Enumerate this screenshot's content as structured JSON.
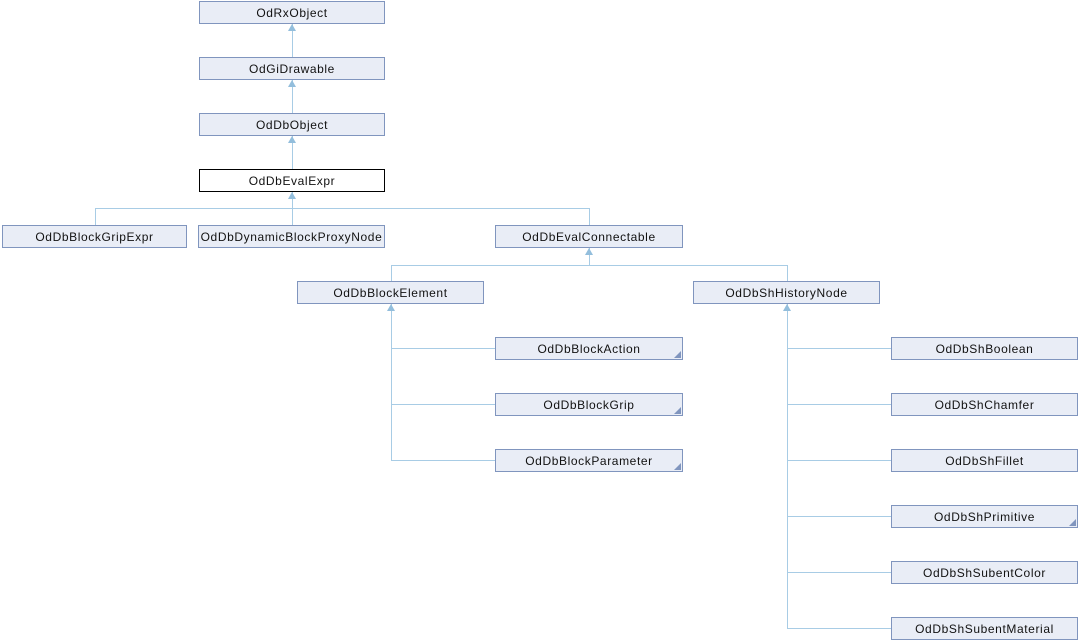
{
  "diagram": {
    "type": "class-inheritance-diagram",
    "highlighted_class": "OdDbEvalExpr",
    "colors": {
      "node_fill": "#E9EDF6",
      "node_border": "#8095BE",
      "highlight_node_fill": "#FFFFFF",
      "highlight_node_border": "#000000",
      "edge_line": "#A8CCE5",
      "arrowhead": "#93BEDC",
      "text": "#111111",
      "background": "#FFFFFF"
    },
    "nodes": [
      {
        "label": "OdRxObject",
        "parent": null,
        "has_hidden_children": false
      },
      {
        "label": "OdGiDrawable",
        "parent": "OdRxObject",
        "has_hidden_children": false
      },
      {
        "label": "OdDbObject",
        "parent": "OdGiDrawable",
        "has_hidden_children": false
      },
      {
        "label": "OdDbEvalExpr",
        "parent": "OdDbObject",
        "highlighted": true,
        "has_hidden_children": false
      },
      {
        "label": "OdDbBlockGripExpr",
        "parent": "OdDbEvalExpr",
        "has_hidden_children": false
      },
      {
        "label": "OdDbDynamicBlockProxyNode",
        "parent": "OdDbEvalExpr",
        "has_hidden_children": false
      },
      {
        "label": "OdDbEvalConnectable",
        "parent": "OdDbEvalExpr",
        "has_hidden_children": false
      },
      {
        "label": "OdDbBlockElement",
        "parent": "OdDbEvalConnectable",
        "has_hidden_children": false
      },
      {
        "label": "OdDbShHistoryNode",
        "parent": "OdDbEvalConnectable",
        "has_hidden_children": false
      },
      {
        "label": "OdDbBlockAction",
        "parent": "OdDbBlockElement",
        "has_hidden_children": true
      },
      {
        "label": "OdDbBlockGrip",
        "parent": "OdDbBlockElement",
        "has_hidden_children": true
      },
      {
        "label": "OdDbBlockParameter",
        "parent": "OdDbBlockElement",
        "has_hidden_children": true
      },
      {
        "label": "OdDbShBoolean",
        "parent": "OdDbShHistoryNode",
        "has_hidden_children": false
      },
      {
        "label": "OdDbShChamfer",
        "parent": "OdDbShHistoryNode",
        "has_hidden_children": false
      },
      {
        "label": "OdDbShFillet",
        "parent": "OdDbShHistoryNode",
        "has_hidden_children": false
      },
      {
        "label": "OdDbShPrimitive",
        "parent": "OdDbShHistoryNode",
        "has_hidden_children": true
      },
      {
        "label": "OdDbShSubentColor",
        "parent": "OdDbShHistoryNode",
        "has_hidden_children": false
      },
      {
        "label": "OdDbShSubentMaterial",
        "parent": "OdDbShHistoryNode",
        "has_hidden_children": false
      }
    ]
  }
}
